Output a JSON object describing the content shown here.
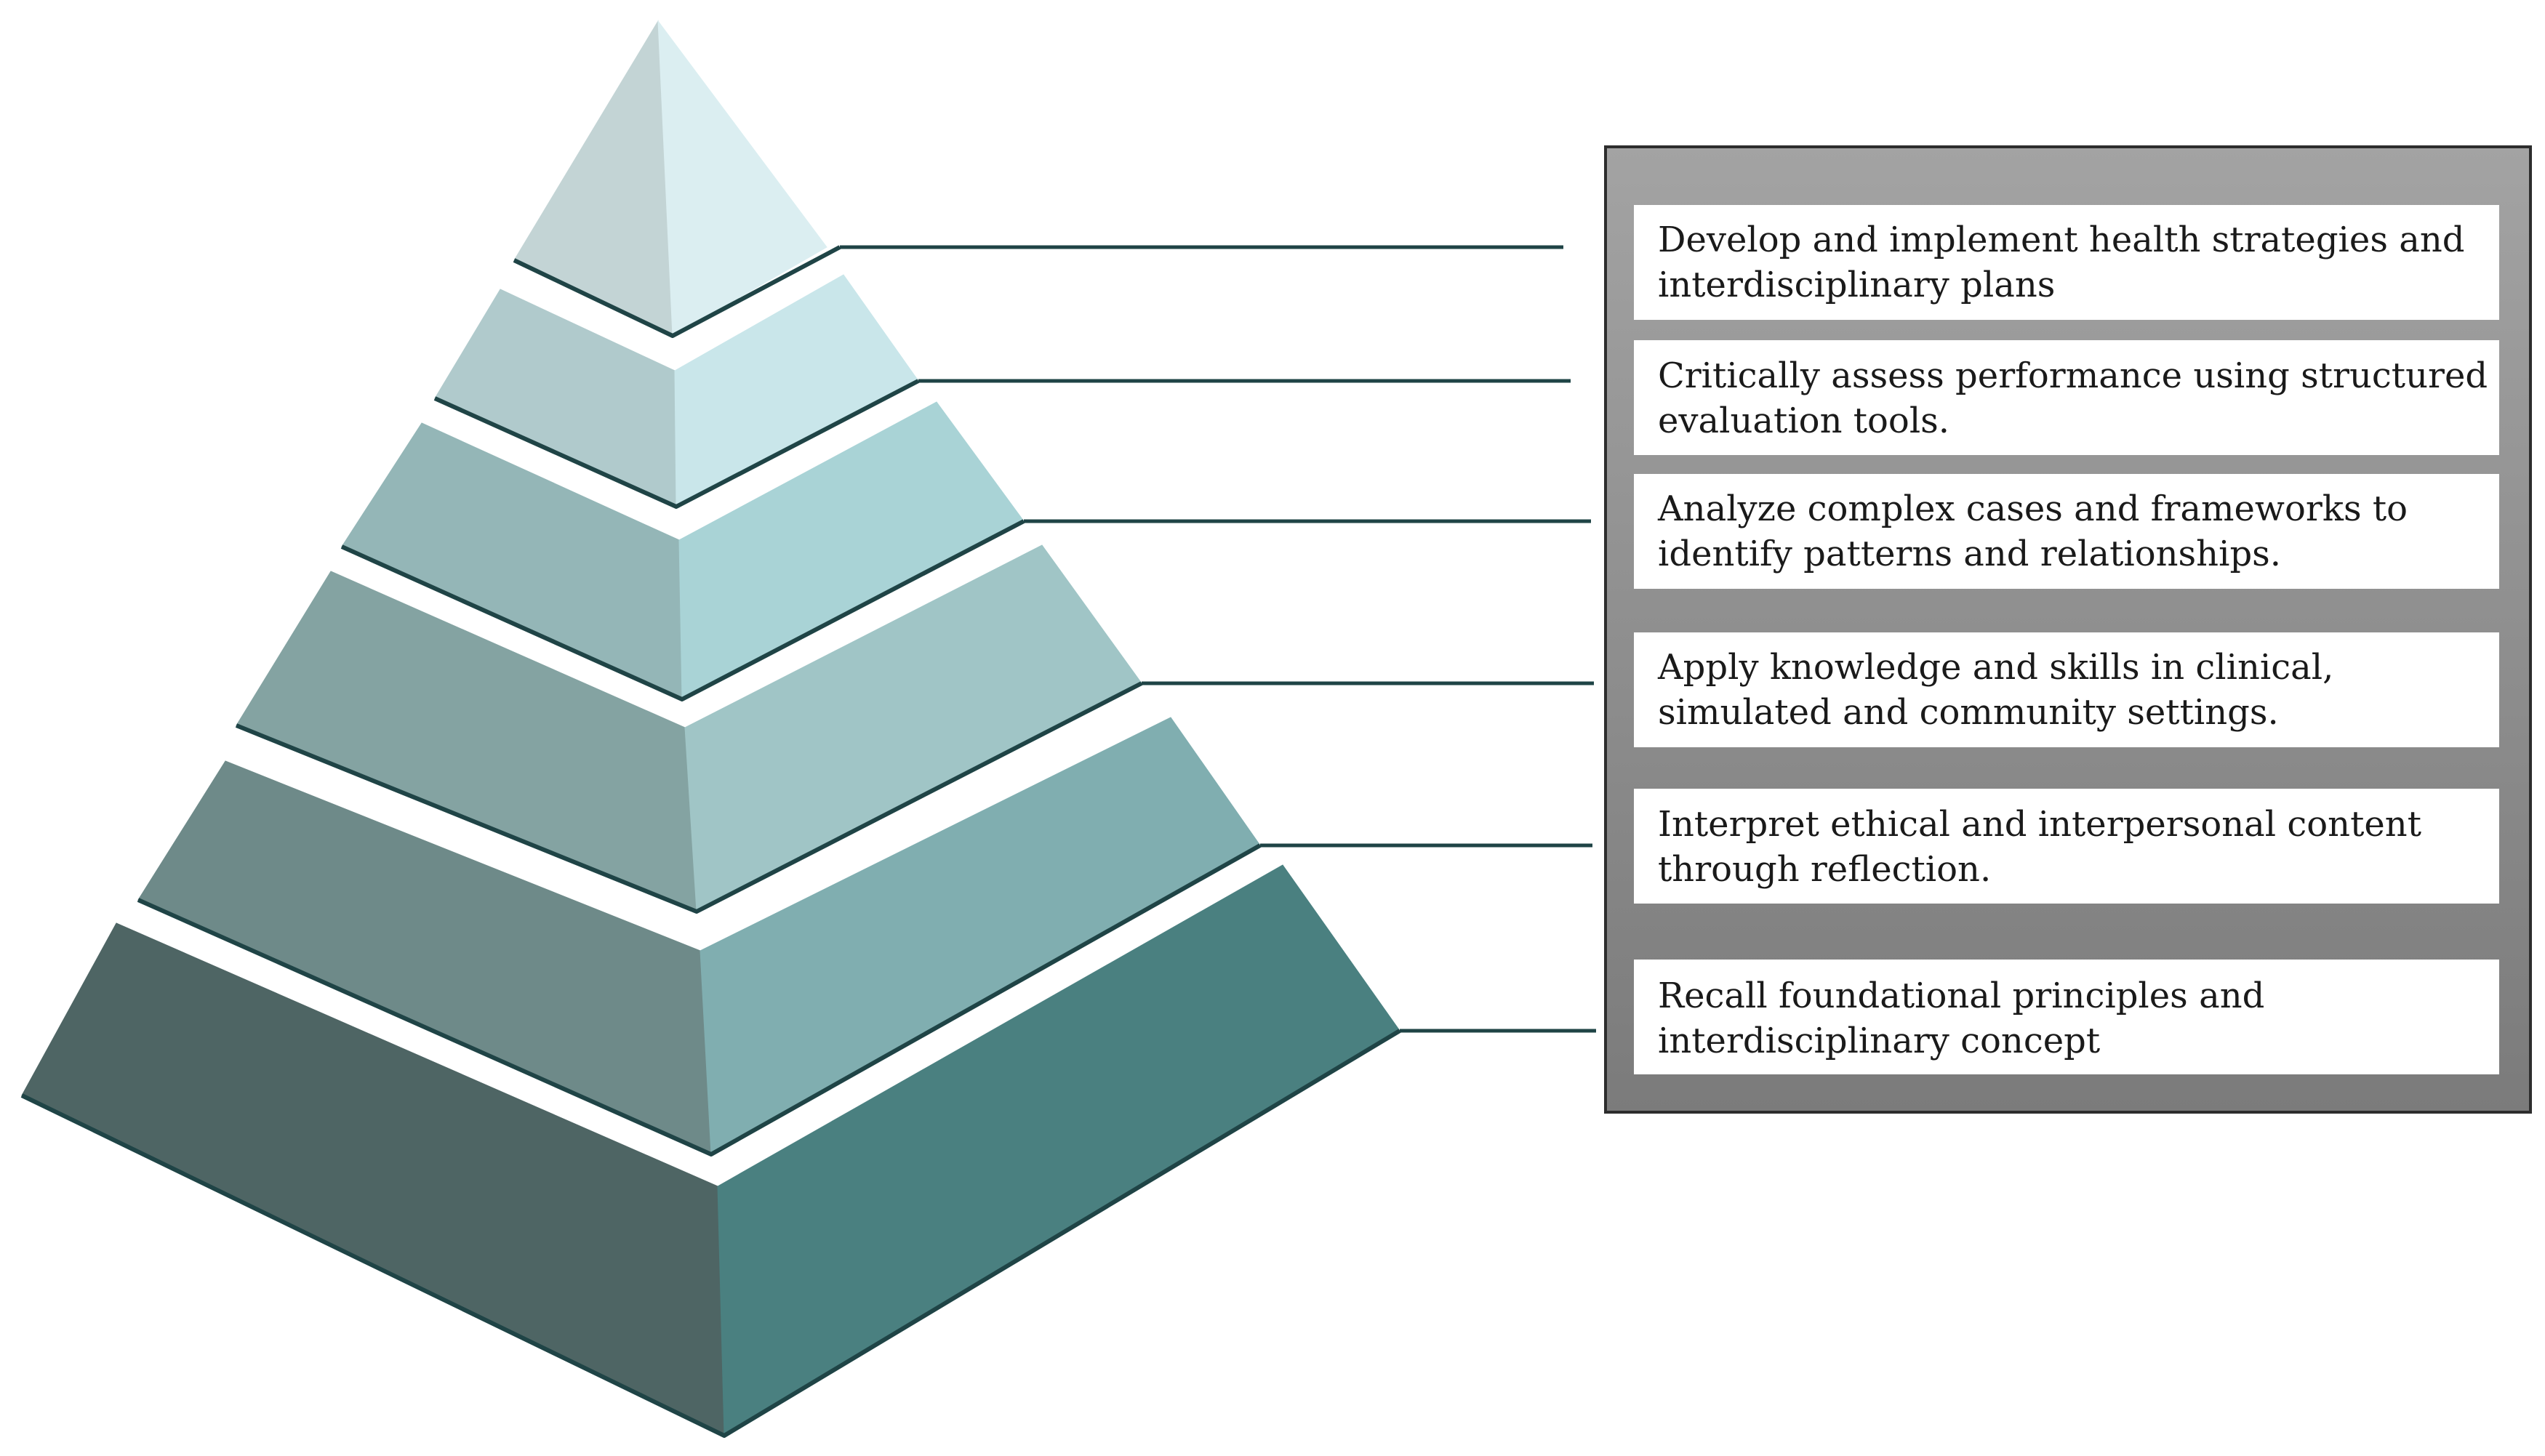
{
  "levels": [
    {
      "line1": "Develop and implement health strategies and",
      "line2": "interdisciplinary plans",
      "left_color": "#c3d4d5",
      "right_color": "#dbeef1"
    },
    {
      "line1": "Critically assess performance using structured",
      "line2": "evaluation tools.",
      "left_color": "#b0cacc",
      "right_color": "#c9e6ea"
    },
    {
      "line1": "Analyze complex cases and frameworks to",
      "line2": "identify patterns and relationships.",
      "left_color": "#94b6b7",
      "right_color": "#a9d3d6"
    },
    {
      "line1": "Apply knowledge and skills in clinical,",
      "line2": "simulated and community settings.",
      "left_color": "#84a3a2",
      "right_color": "#a0c5c6"
    },
    {
      "line1": "Interpret ethical and interpersonal content",
      "line2": "through reflection.",
      "left_color": "#6e8a89",
      "right_color": "#80aeb0"
    },
    {
      "line1": "Recall foundational principles and",
      "line2": "interdisciplinary concept",
      "left_color": "#4e6564",
      "right_color": "#4a8080"
    }
  ],
  "colors": {
    "connector_line": "#1f4446",
    "panel_gradient_top": "#a3a3a3",
    "panel_gradient_bottom": "#7b7b7b",
    "panel_border": "#2d2d2d",
    "card_fill": "#ffffff"
  }
}
